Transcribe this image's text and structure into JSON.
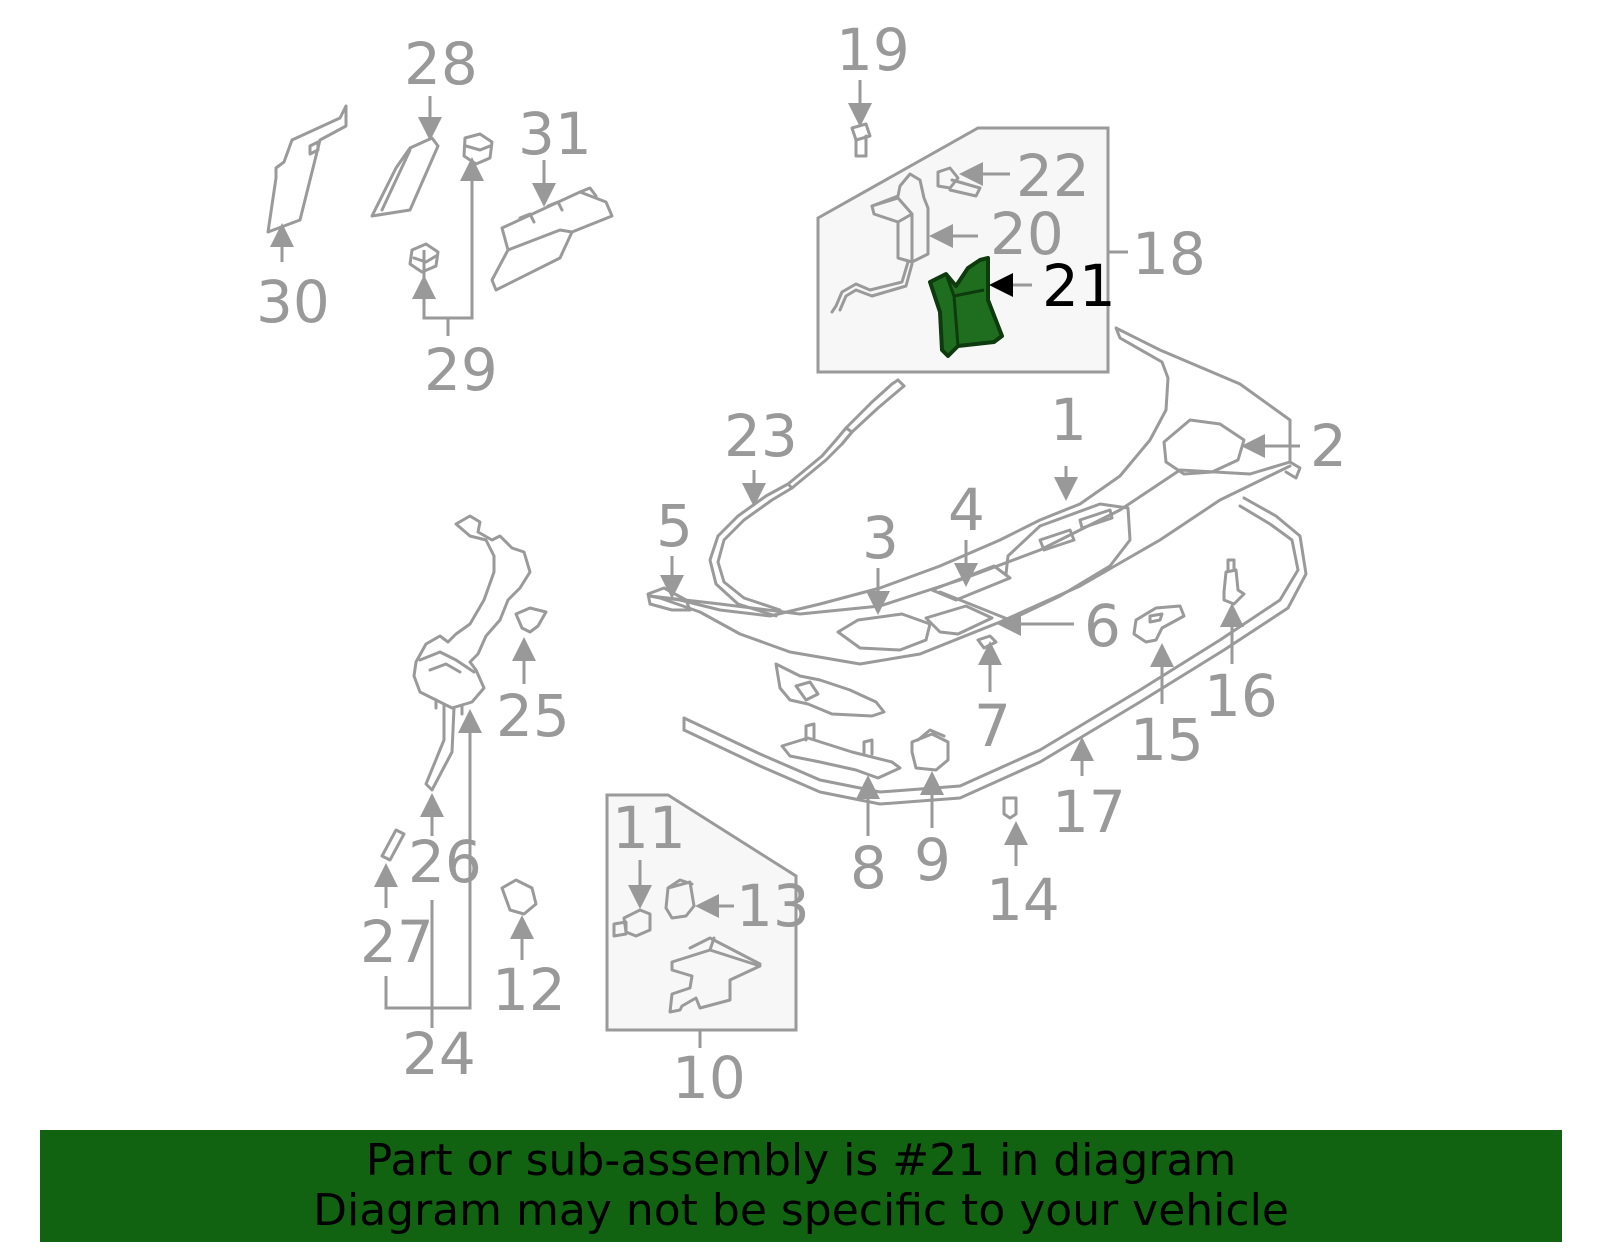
{
  "labels": {
    "l1": "1",
    "l2": "2",
    "l3": "3",
    "l4": "4",
    "l5": "5",
    "l6": "6",
    "l7": "7",
    "l8": "8",
    "l9": "9",
    "l10": "10",
    "l11": "11",
    "l12": "12",
    "l13": "13",
    "l14": "14",
    "l15": "15",
    "l16": "16",
    "l17": "17",
    "l18": "18",
    "l19": "19",
    "l20": "20",
    "l21": "21",
    "l22": "22",
    "l23": "23",
    "l24": "24",
    "l25": "25",
    "l26": "26",
    "l27": "27",
    "l28": "28",
    "l29": "29",
    "l30": "30",
    "l31": "31"
  },
  "highlight": {
    "part_number": "21",
    "color": "#1f6e1f"
  },
  "banner": {
    "line1": "Part or sub-assembly is #21 in diagram",
    "line2": "Diagram may not be specific to your vehicle",
    "background": "#116311"
  }
}
